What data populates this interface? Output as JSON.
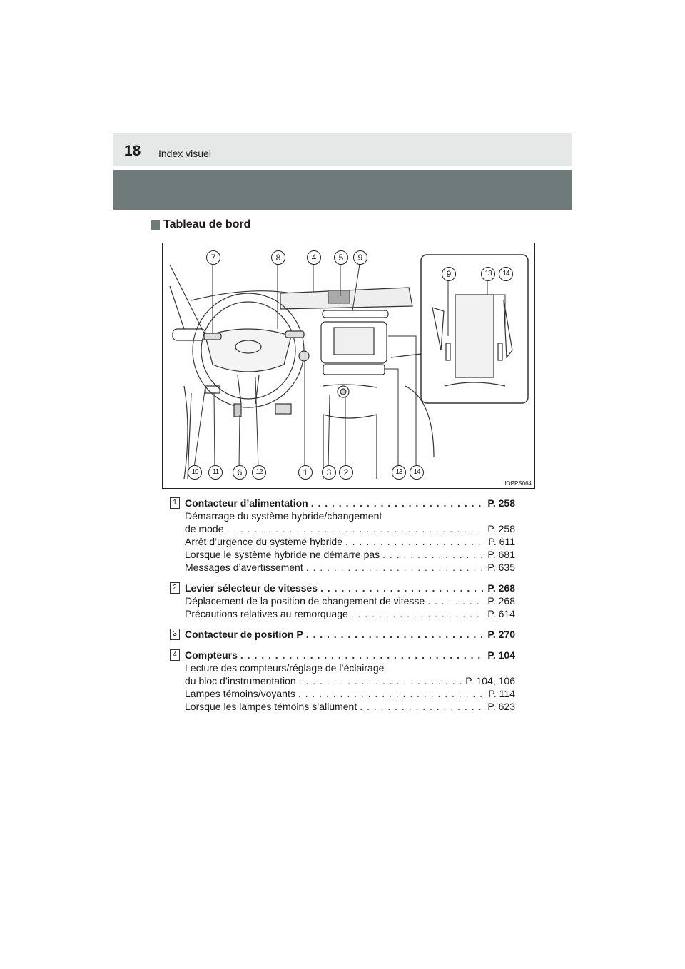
{
  "header": {
    "page_number": "18",
    "running_title": "Index visuel"
  },
  "section": {
    "title": "Tableau de bord"
  },
  "figure": {
    "code": "IOPPS064",
    "callouts_top": [
      "7",
      "8",
      "4",
      "5",
      "9"
    ],
    "callouts_inset": [
      "9",
      "13",
      "14"
    ],
    "callouts_bottom": [
      "10",
      "11",
      "6",
      "12",
      "1",
      "3",
      "2",
      "13",
      "14"
    ]
  },
  "entries": [
    {
      "num": "1",
      "title": "Contacteur d’alimentation",
      "ref": "P. 258",
      "subs": [
        {
          "label": "Démarrage du système hybride/changement",
          "ref": ""
        },
        {
          "label": "de mode",
          "ref": "P. 258"
        },
        {
          "label": "Arrêt d’urgence du système hybride",
          "ref": "P. 611"
        },
        {
          "label": "Lorsque le système hybride ne démarre pas",
          "ref": "P. 681"
        },
        {
          "label": "Messages d’avertissement",
          "ref": "P. 635"
        }
      ]
    },
    {
      "num": "2",
      "title": "Levier sélecteur de vitesses",
      "ref": "P. 268",
      "subs": [
        {
          "label": "Déplacement de la position de changement de vitesse",
          "ref": "P. 268"
        },
        {
          "label": "Précautions relatives au remorquage",
          "ref": "P. 614"
        }
      ]
    },
    {
      "num": "3",
      "title": "Contacteur de position P",
      "ref": "P. 270",
      "subs": []
    },
    {
      "num": "4",
      "title": "Compteurs",
      "ref": "P. 104",
      "subs": [
        {
          "label": "Lecture des compteurs/réglage de l’éclairage",
          "ref": ""
        },
        {
          "label": "du bloc d’instrumentation",
          "ref": "P. 104, 106"
        },
        {
          "label": "Lampes témoins/voyants",
          "ref": "P. 114"
        },
        {
          "label": "Lorsque les lampes témoins s’allument",
          "ref": "P. 623"
        }
      ]
    }
  ]
}
